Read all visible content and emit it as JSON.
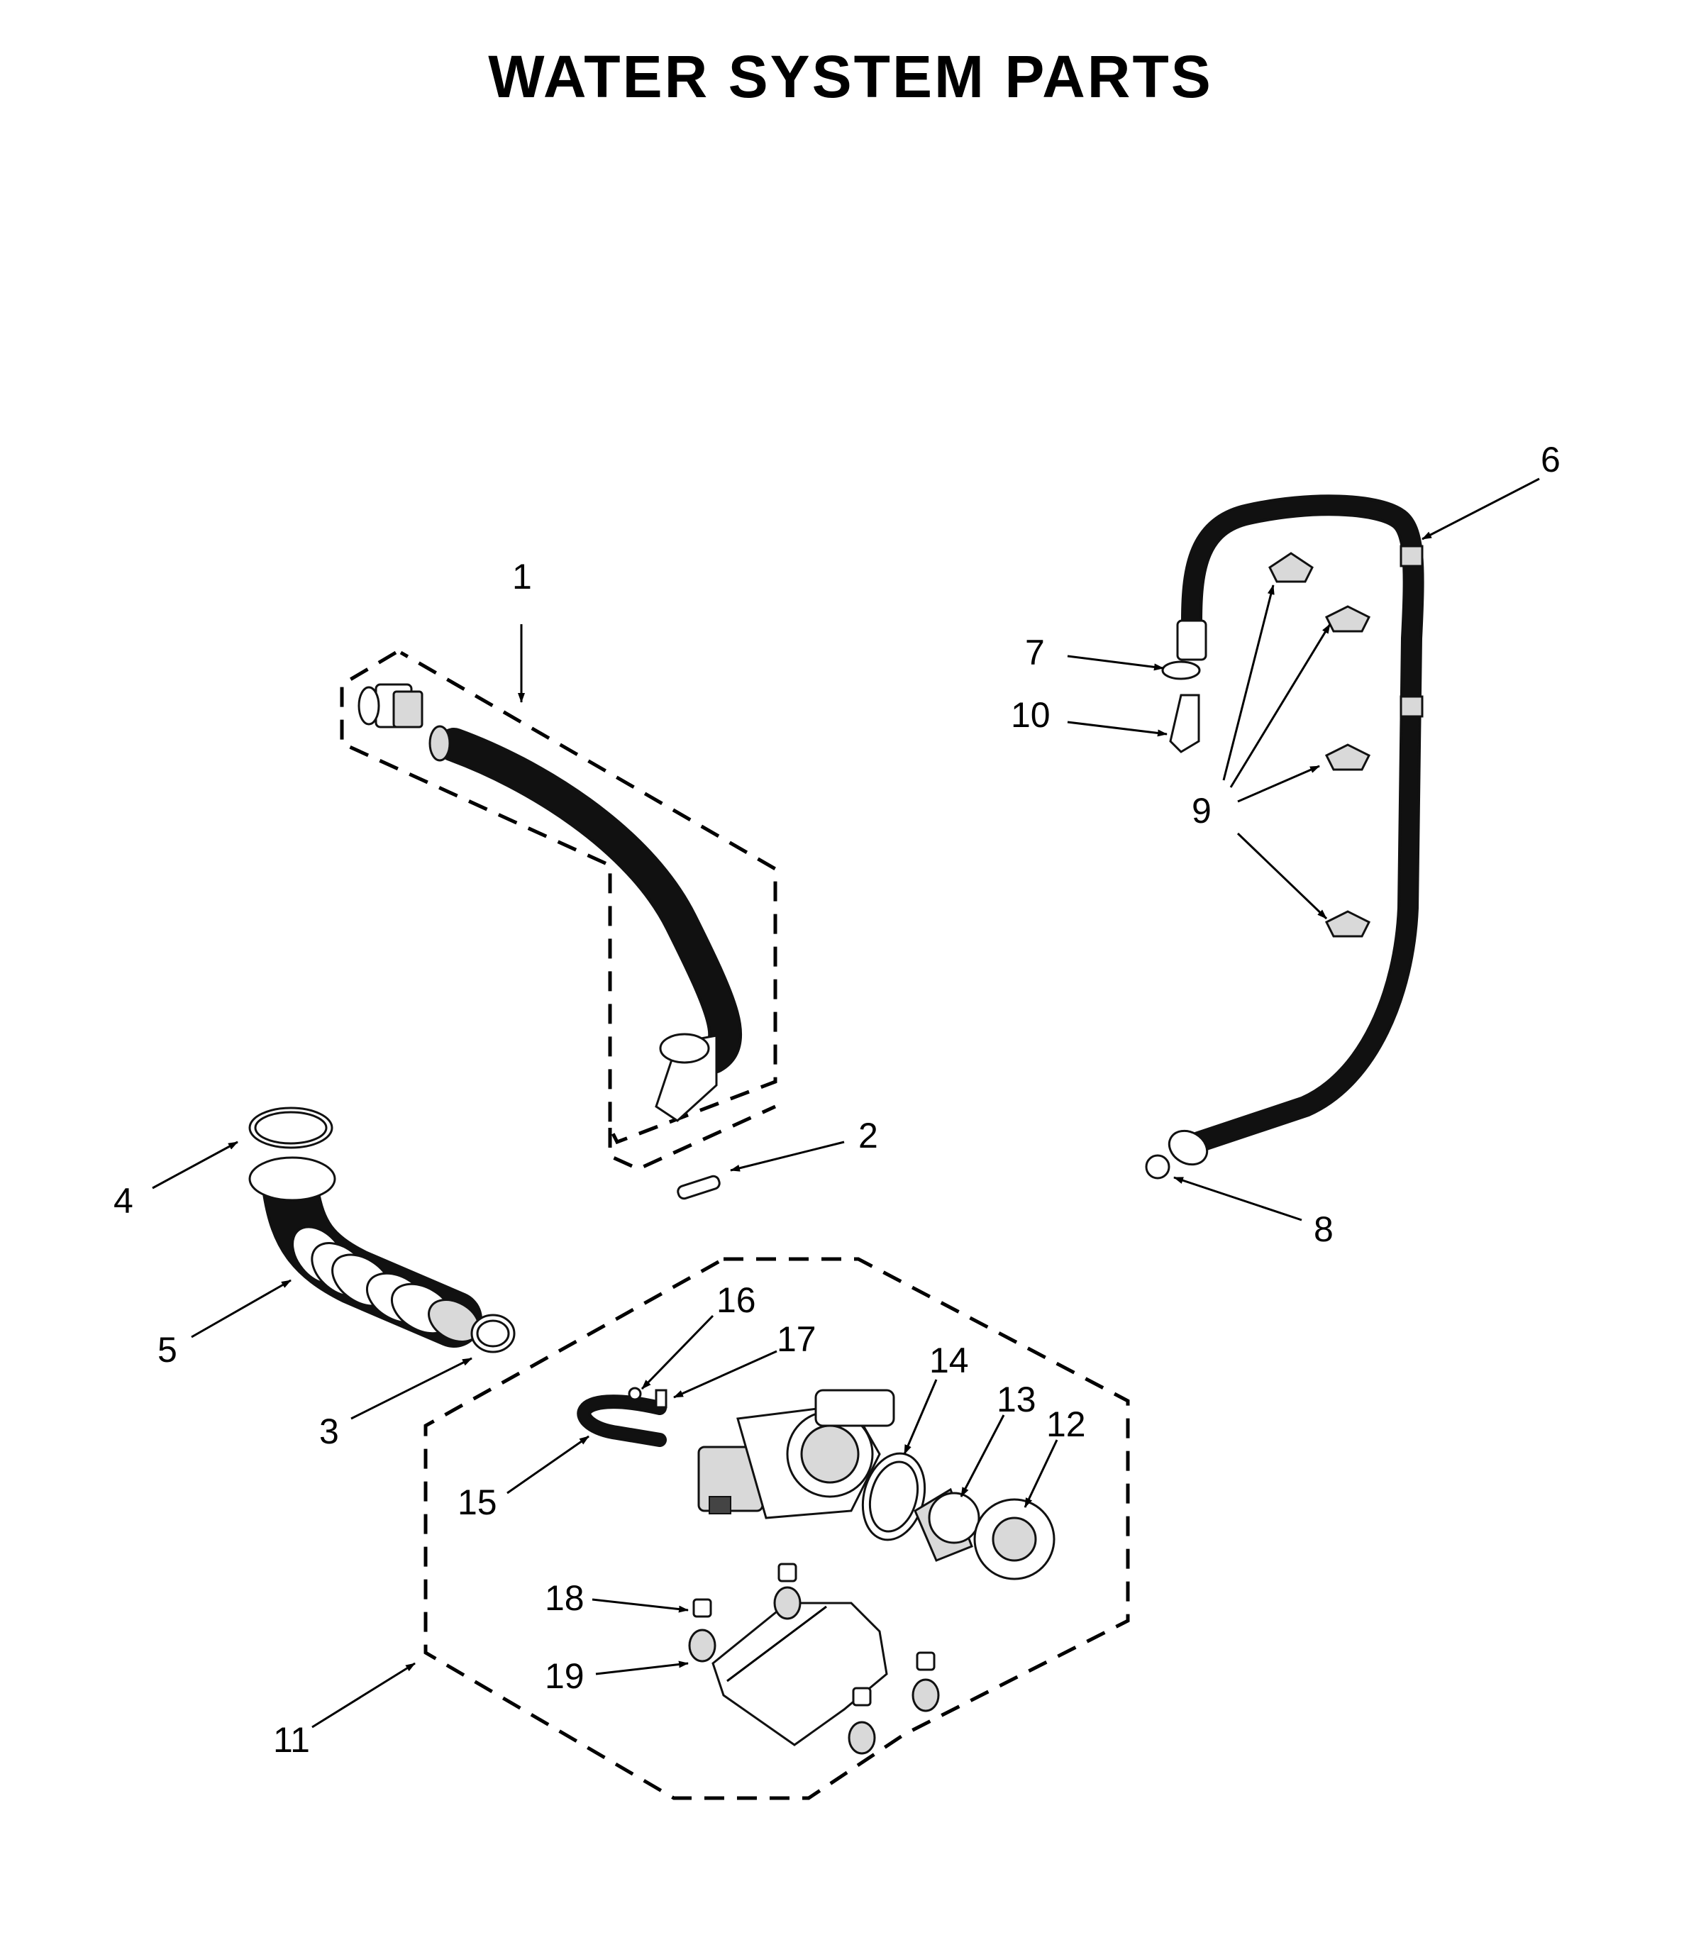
{
  "title": "WATER SYSTEM PARTS",
  "callouts": [
    "1",
    "2",
    "3",
    "4",
    "5",
    "6",
    "7",
    "8",
    "9",
    "10",
    "11",
    "12",
    "13",
    "14",
    "15",
    "16",
    "17",
    "18",
    "19"
  ],
  "icons": {
    "drain_hose": "drain-hose-icon",
    "inlet_hose": "inlet-hose-icon",
    "pump": "drain-pump-icon",
    "clamp": "hose-clamp-icon"
  }
}
